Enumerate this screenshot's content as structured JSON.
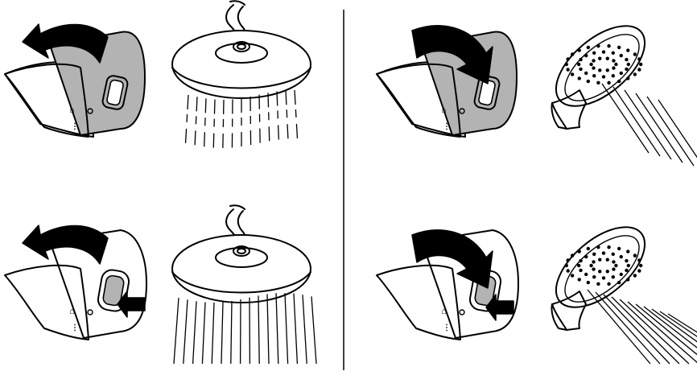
{
  "colors": {
    "ink": "#000000",
    "paper": "#ffffff",
    "active_body": "#b3b3b3"
  },
  "panels": [
    {
      "mode": "rain",
      "button_pressed": false,
      "body_shaded": true,
      "rotation": "counterclockwise",
      "spray": "narrow"
    },
    {
      "mode": "jet",
      "button_pressed": false,
      "body_shaded": true,
      "rotation": "clockwise",
      "spray": "narrow"
    },
    {
      "mode": "rain",
      "button_pressed": true,
      "body_shaded": false,
      "rotation": "counterclockwise",
      "spray": "wide"
    },
    {
      "mode": "jet",
      "button_pressed": true,
      "body_shaded": false,
      "rotation": "clockwise",
      "spray": "wide"
    }
  ],
  "icons": {
    "rotate_arrow": "curved-arrow-icon",
    "push_arrow": "push-arrow-icon",
    "rain_shower": "rain-showerhead-icon",
    "hand_shower": "hand-shower-icon"
  }
}
